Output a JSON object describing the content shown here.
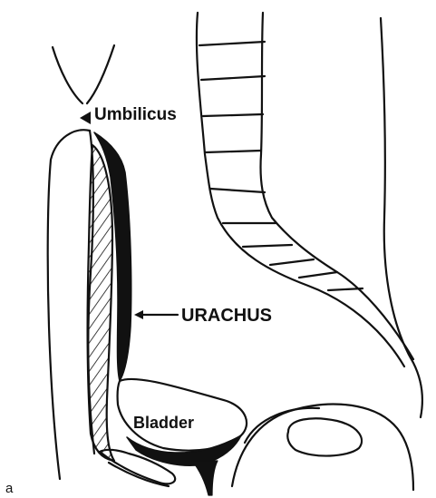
{
  "figure": {
    "panel_letter": "a",
    "labels": {
      "umbilicus": "Umbilicus",
      "urachus": "URACHUS",
      "bladder": "Bladder"
    }
  },
  "colors": {
    "ink": "#111111",
    "background": "#ffffff"
  }
}
